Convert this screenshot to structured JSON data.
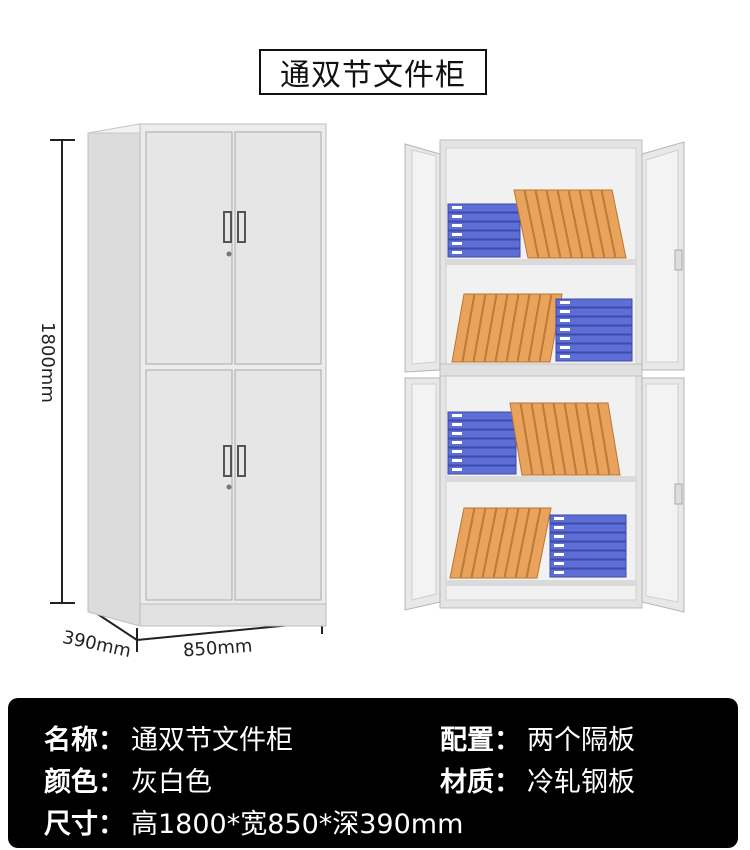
{
  "title": "通双节文件柜",
  "dimensions": {
    "height_label": "1800mm",
    "width_label": "850mm",
    "depth_label": "390mm"
  },
  "specs": [
    {
      "key": "名称",
      "value": "通双节文件柜"
    },
    {
      "key": "配置",
      "value": "两个隔板"
    },
    {
      "key": "颜色",
      "value": "灰白色"
    },
    {
      "key": "材质",
      "value": "冷轧钢板"
    },
    {
      "key": "尺寸",
      "value": "高1800*宽850*深390mm"
    }
  ],
  "colors": {
    "cabinet": "#ebebeb",
    "cabinet_edge": "#bdbdbd",
    "binder_orange": "#e9a35c",
    "binder_blue": "#5d6fd6",
    "panel": "#000000",
    "panel_text": "#ffffff"
  }
}
